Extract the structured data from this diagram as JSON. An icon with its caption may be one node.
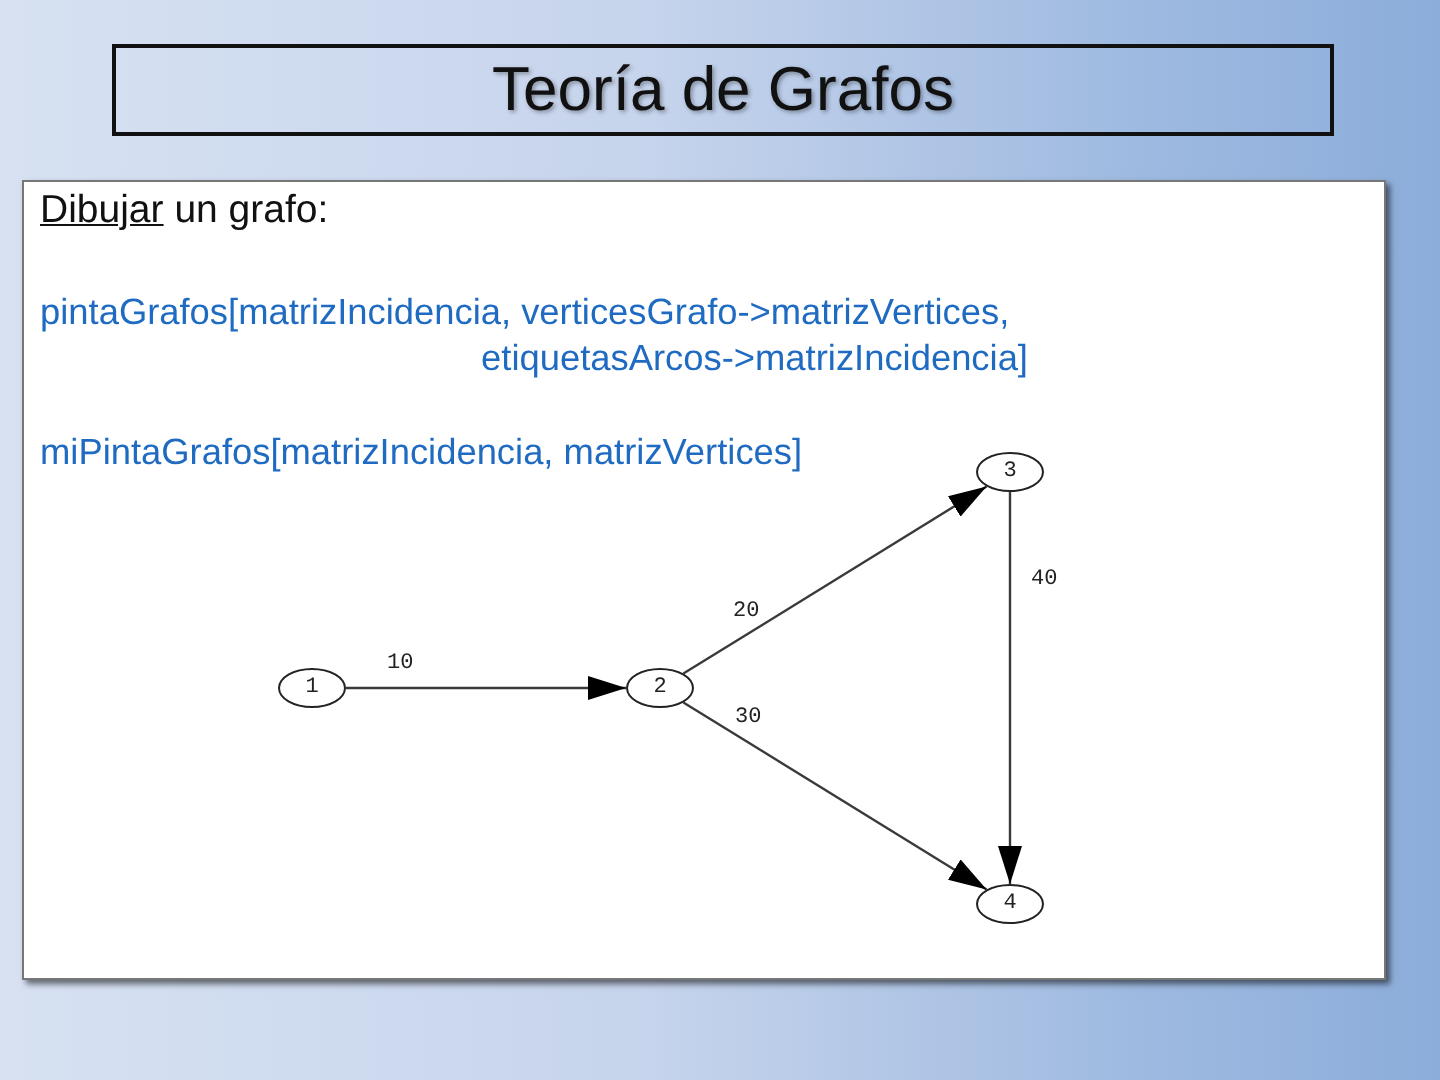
{
  "diagram": {
    "title": "Teoría de Grafos",
    "nodes": [
      {
        "text": [
          "Dibujar un grafo:",
          "pintaGrafos[matrizIncidencia, verticesGrafo->matrizVertices, etiquetasArcos->matrizIncidencia]",
          "miPintaGrafos[matrizIncidencia, matrizVertices]"
        ]
      },
      {
        "text": [
          "1"
        ],
        "in": 0
      },
      {
        "text": [
          "2"
        ],
        "in": 0
      },
      {
        "text": [
          "3"
        ],
        "in": 0
      },
      {
        "text": [
          "4"
        ],
        "in": 0
      }
    ],
    "edges": [
      {
        "from": 1,
        "to": 2,
        "arrow": "to",
        "label": "10"
      },
      {
        "from": 2,
        "to": 3,
        "arrow": "to",
        "label": "20"
      },
      {
        "from": 2,
        "to": 4,
        "arrow": "to",
        "label": "30"
      },
      {
        "from": 3,
        "to": 4,
        "arrow": "to",
        "label": "40"
      }
    ]
  }
}
